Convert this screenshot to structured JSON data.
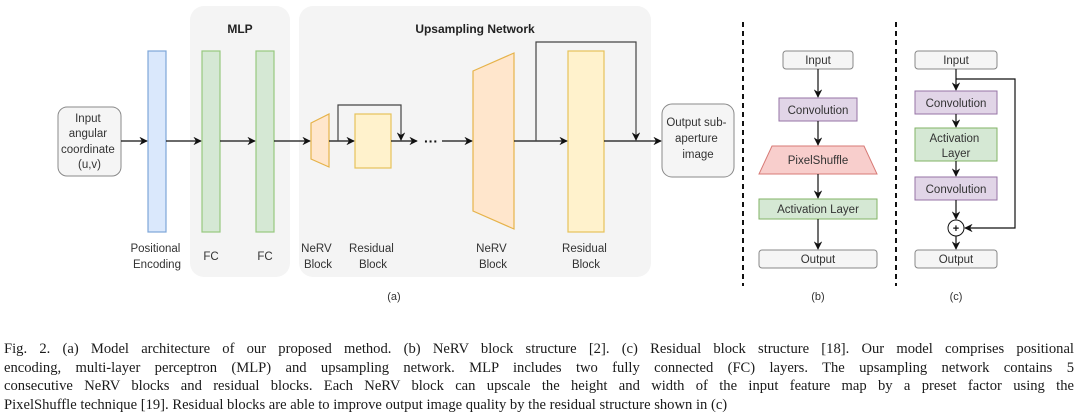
{
  "panel_a": {
    "input_label": [
      "Input",
      "angular",
      "coordinate",
      "(u,v)"
    ],
    "positional_encoding_label": [
      "Positional",
      "Encoding"
    ],
    "mlp_group_title": "MLP",
    "fc1_label": "FC",
    "fc2_label": "FC",
    "upsampling_group_title": "Upsampling Network",
    "nerv_block_small_label": [
      "NeRV",
      "Block"
    ],
    "residual_block_small_label": [
      "Residual",
      "Block"
    ],
    "ellipsis": "···",
    "nerv_block_large_label": [
      "NeRV",
      "Block"
    ],
    "residual_block_large_label": [
      "Residual",
      "Block"
    ],
    "output_label": [
      "Output sub-",
      "aperture",
      "image"
    ],
    "sub_caption": "(a)"
  },
  "panel_b": {
    "input": "Input",
    "convolution": "Convolution",
    "pixelshuffle": "PixelShuffle",
    "activation": "Activation Layer",
    "output": "Output",
    "sub_caption": "(b)"
  },
  "panel_c": {
    "input": "Input",
    "convolution1": "Convolution",
    "activation": [
      "Activation",
      "Layer"
    ],
    "convolution2": "Convolution",
    "sum_symbol": "+",
    "output": "Output",
    "sub_caption": "(c)"
  },
  "colors": {
    "group_bg": "#f4f4f4",
    "pe_fill": "#dae8fc",
    "pe_stroke": "#7ea6d8",
    "fc_fill": "#d5e8d4",
    "fc_stroke": "#97c97f",
    "nerv_fill": "#ffe6cc",
    "nerv_stroke": "#e6b34a",
    "res_fill": "#fff2cc",
    "res_stroke": "#e6c25a",
    "conv_fill": "#e1d5e7",
    "conv_stroke": "#9673a6",
    "ps_fill": "#f8cecc",
    "ps_stroke": "#d77a76",
    "act_fill": "#d5e8d4",
    "act_stroke": "#82b366",
    "io_fill": "#f5f5f5",
    "io_stroke": "#888888"
  },
  "caption": {
    "lines": [
      "Fig. 2.  (a) Model architecture of our proposed method. (b) NeRV block structure [2]. (c) Residual block structure [18]. Our model comprises positional",
      "encoding, multi-layer perceptron (MLP) and upsampling network. MLP includes two fully connected (FC) layers. The upsampling network contains 5",
      "consecutive NeRV blocks and residual blocks. Each NeRV block can upscale the height and width of the input feature map by a preset factor using the",
      "PixelShuffle technique [19]. Residual blocks are able to improve output image quality by the residual structure shown in (c)"
    ]
  }
}
